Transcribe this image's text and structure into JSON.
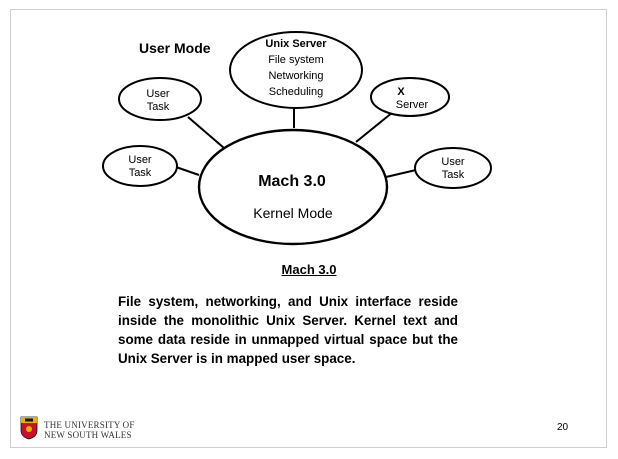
{
  "diagram": {
    "user_mode_label": "User Mode",
    "unix_server": {
      "title": "Unix Server",
      "lines": [
        "File system",
        "Networking",
        "Scheduling"
      ]
    },
    "x_server": {
      "lines": [
        "X",
        "Server"
      ]
    },
    "user_tasks": [
      {
        "lines": [
          "User",
          "Task"
        ]
      },
      {
        "lines": [
          "User",
          "Task"
        ]
      },
      {
        "lines": [
          "User",
          "Task"
        ]
      }
    ],
    "kernel": {
      "title": "Mach 3.0",
      "subtitle": "Kernel Mode"
    }
  },
  "caption": "Mach 3.0",
  "paragraph": "File system, networking, and Unix interface reside inside the monolithic Unix Server. Kernel text and some data reside in unmapped virtual space but the Unix Server is in mapped user space.",
  "footer": {
    "university_line1": "THE UNIVERSITY OF",
    "university_line2": "NEW SOUTH WALES",
    "page_number": "20",
    "logo_colors": {
      "red": "#c8102e",
      "gold": "#e8b100",
      "black": "#111111"
    }
  }
}
